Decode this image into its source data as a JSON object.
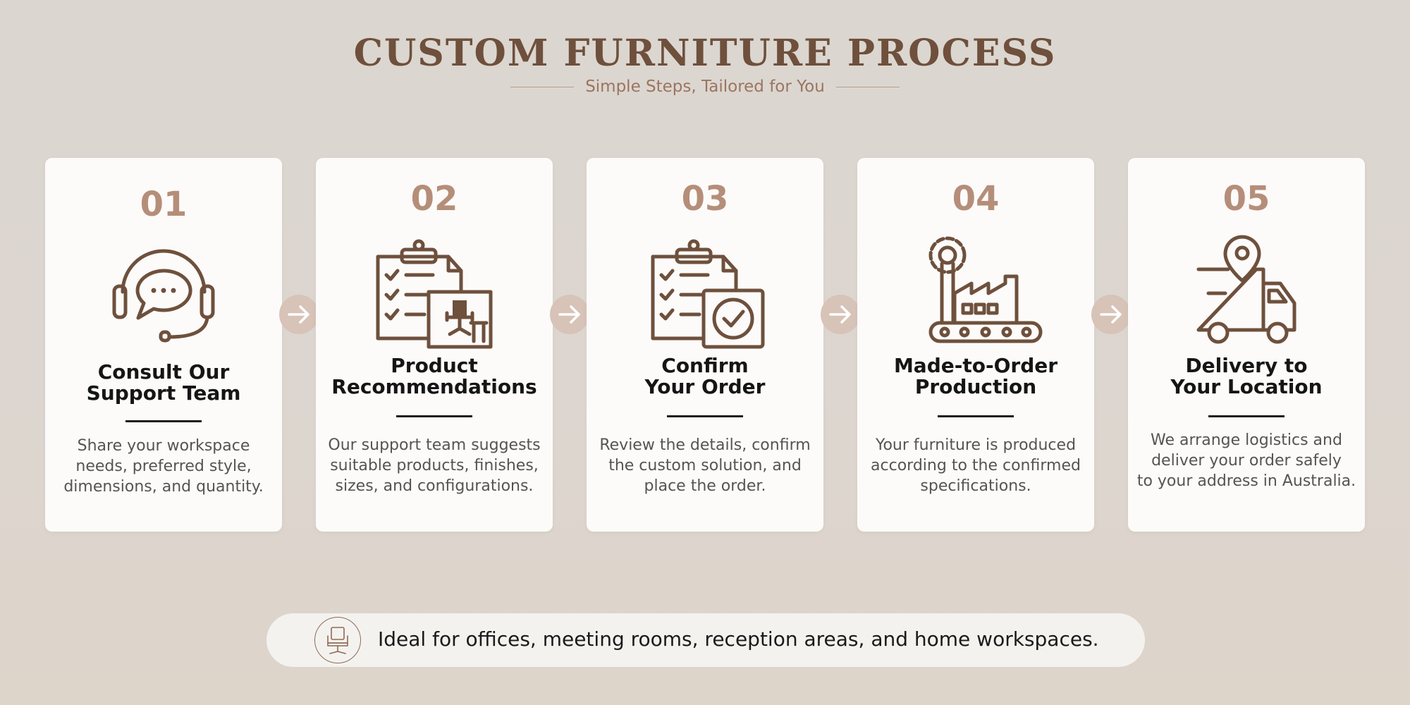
{
  "header": {
    "title": "CUSTOM FURNITURE PROCESS",
    "subtitle": "Simple Steps, Tailored for You"
  },
  "steps": [
    {
      "number": "01",
      "title": [
        "Consult Our",
        "Support Team"
      ],
      "description": [
        "Share your workspace",
        "needs, preferred style,",
        "dimensions, and quantity."
      ],
      "icon": "headset-chat-icon"
    },
    {
      "number": "02",
      "title": [
        "Product",
        "Recommendations"
      ],
      "description": [
        "Our support team suggests",
        "suitable products, finishes,",
        "sizes, and configurations."
      ],
      "icon": "clipboard-office-chair-icon"
    },
    {
      "number": "03",
      "title": [
        "Confirm",
        "Your Order"
      ],
      "description": [
        "Review the details, confirm",
        "the custom solution, and",
        "place the order."
      ],
      "icon": "clipboard-check-icon"
    },
    {
      "number": "04",
      "title": [
        "Made-to-Order",
        "Production"
      ],
      "description": [
        "Your furniture is produced",
        "according to the confirmed",
        "specifications."
      ],
      "icon": "factory-conveyor-icon"
    },
    {
      "number": "05",
      "title": [
        "Delivery to",
        "Your Location"
      ],
      "description": [
        "We arrange logistics and",
        "deliver your order safely",
        "to your address in Australia."
      ],
      "icon": "delivery-truck-pin-icon"
    }
  ],
  "footer": {
    "text": "Ideal for offices, meeting rooms, reception areas, and home workspaces.",
    "icon": "office-chair-icon"
  },
  "colors": {
    "accent_brown": "#6e503c",
    "step_number": "#b58e79",
    "arrow_circle": "#d7c3b8",
    "card_background": "#fcfbfa"
  }
}
